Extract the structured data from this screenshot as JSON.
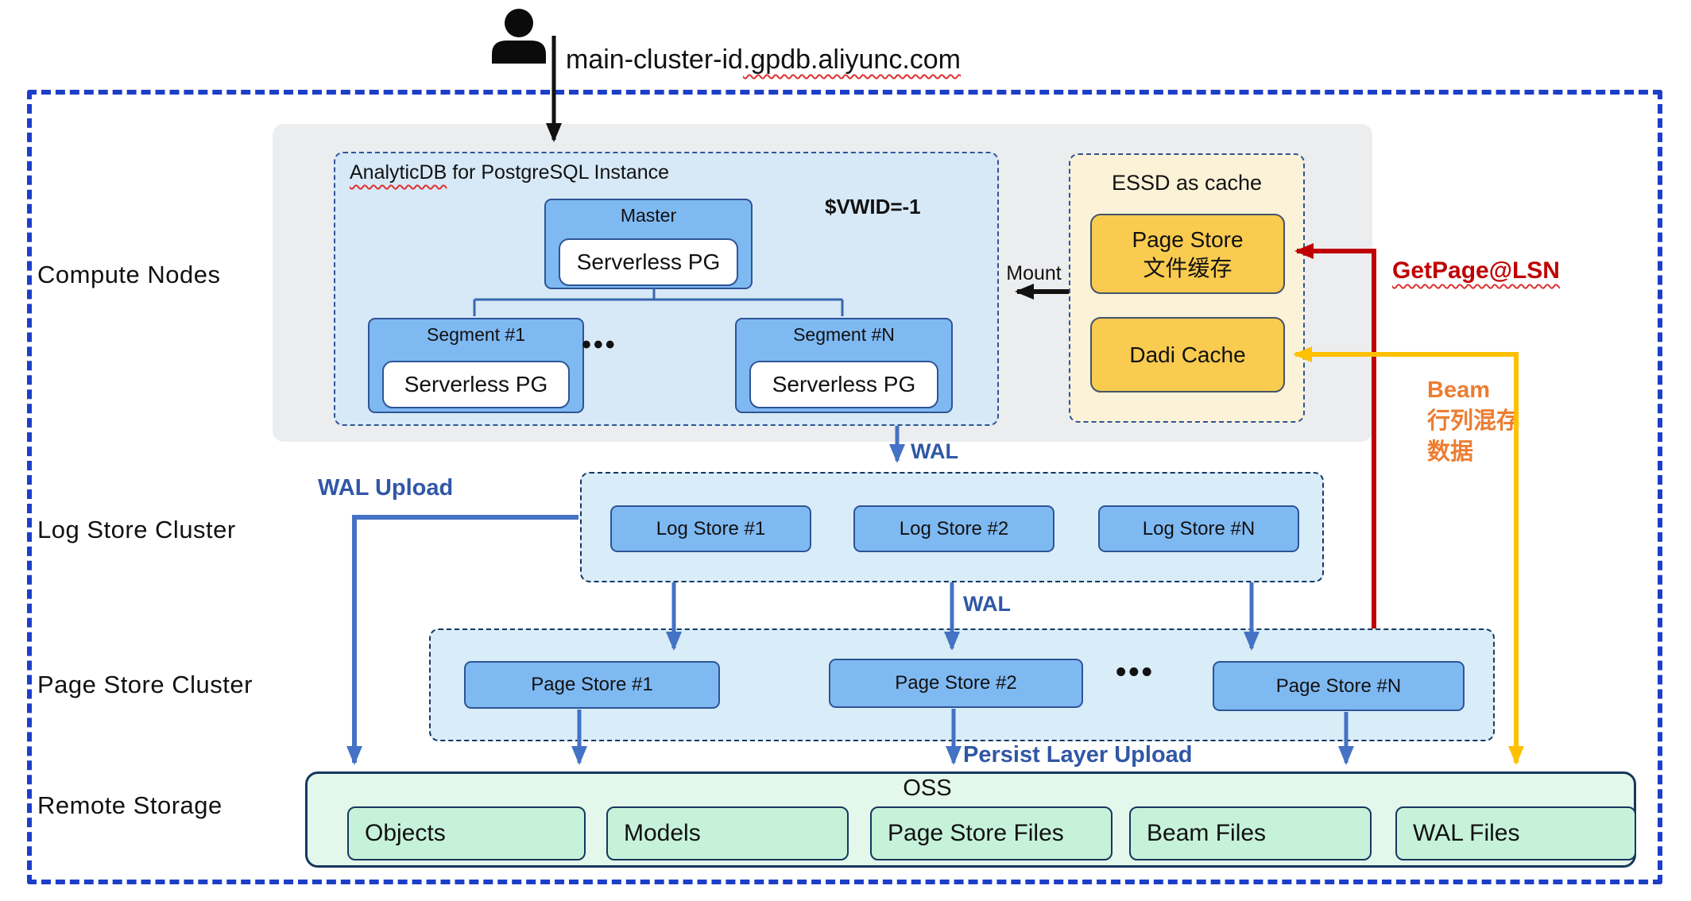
{
  "user_flow": {
    "domain_plain": "main-cluster-id",
    "domain_wavy": ".gpdb.aliyunc.com"
  },
  "row_labels": {
    "compute": "Compute Nodes",
    "log": "Log Store Cluster",
    "page": "Page Store Cluster",
    "remote": "Remote Storage"
  },
  "compute": {
    "instance_title_wavy": "AnalyticDB",
    "instance_title_rest": " for PostgreSQL Instance",
    "vwid": "$VWID=-1",
    "master_label": "Master",
    "master_inner": "Serverless PG",
    "segment1_label": "Segment #1",
    "segment1_inner": "Serverless PG",
    "segmentN_label": "Segment #N",
    "segmentN_inner": "Serverless PG",
    "dots": "•••",
    "mount_label": "Mount"
  },
  "essd": {
    "title": "ESSD as cache",
    "page_store_line1": "Page Store",
    "page_store_line2": "文件缓存",
    "dadi_label": "Dadi Cache"
  },
  "annotations": {
    "getpage": "GetPage@LSN",
    "beam_line1": "Beam",
    "beam_line2": "行列混存",
    "beam_line3": "数据",
    "wal_top": "WAL",
    "wal_mid": "WAL",
    "wal_upload": "WAL Upload",
    "persist": "Persist Layer Upload"
  },
  "log_cluster": {
    "items": [
      {
        "label": "Log Store #1"
      },
      {
        "label": "Log Store #2"
      },
      {
        "label": "Log Store #N"
      }
    ]
  },
  "page_cluster": {
    "items": [
      {
        "label": "Page Store #1"
      },
      {
        "label": "Page Store #2"
      },
      {
        "label": "Page Store #N"
      }
    ],
    "dots": "•••"
  },
  "remote_storage": {
    "title": "OSS",
    "items": [
      {
        "label": "Objects"
      },
      {
        "label": "Models"
      },
      {
        "label": "Page Store Files"
      },
      {
        "label": "Beam Files"
      },
      {
        "label": "WAL Files"
      }
    ]
  },
  "colors": {
    "accent_blue_arrow": "#4472C4",
    "deep_blue_text": "#3057A6",
    "node_fill": "#7FB9F2",
    "node_border": "#2E5496",
    "cluster_fill": "#D9EDF8",
    "essd_fill": "#FBF2D7",
    "cache_fill": "#F9CB4F",
    "oss_fill": "#E3F7EB",
    "oss_item_fill": "#C6F2DA",
    "getpage_red": "#C00000",
    "beam_yellow": "#FFC000",
    "beam_orange": "#ED7D31",
    "outer_border_blue": "#1C3EC8"
  }
}
